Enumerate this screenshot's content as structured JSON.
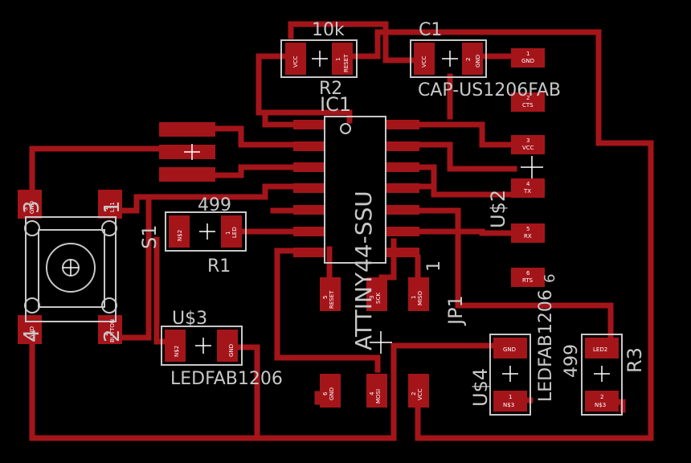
{
  "colors": {
    "copper": "#a4151a",
    "silk": "#c8c8c8",
    "pad_text": "#ffffff",
    "background": "#000000"
  },
  "labels": {
    "r2_value": "10k",
    "r2_name": "R2",
    "c1_name": "C1",
    "c1_value": "CAP-US1206FAB",
    "ic1_name": "IC1",
    "ic1_value": "ATTINY44-SSU",
    "u2_name": "U$2",
    "r1_value": "499",
    "r1_name": "R1",
    "s1_name": "S1",
    "u3_name": "U$3",
    "u3_value": "LEDFAB1206",
    "jp1_name": "JP1",
    "jp1_pin1": "1",
    "u4_name": "U$4",
    "u4_value": "LEDFAB1206",
    "r3_value": "499",
    "r3_name": "R3",
    "s1_pin3": "3",
    "s1_pin1": "1",
    "s1_pin4": "4",
    "s1_pin2": "2",
    "u2_pin6": "6"
  },
  "pads": {
    "r2_vcc": "VCC",
    "r2_reset_num": "1",
    "r2_reset": "RESET",
    "c1_vcc": "VCC",
    "c1_gnd_num": "2",
    "c1_gnd": "GND",
    "ftdi_gnd_num": "1",
    "ftdi_gnd": "GND",
    "ftdi_cts_num": "2",
    "ftdi_cts": "CTS",
    "ftdi_vcc_num": "3",
    "ftdi_vcc": "VCC",
    "ftdi_tx_num": "4",
    "ftdi_tx": "TX",
    "ftdi_rx_num": "5",
    "ftdi_rx": "RX",
    "ftdi_rts_num": "6",
    "ftdi_rts": "RTS",
    "r1_n1": "N$2",
    "r1_led_num": "1",
    "r1_led": "LED",
    "s1_gnd_num": "3",
    "s1_gnd": "GND",
    "s1_lm_num": "1",
    "s1_lm": "L11",
    "s1_gnd2_num": "4",
    "s1_gnd2": "GND",
    "s1_b_num": "2",
    "s1_b": "BUTTON",
    "u3_n": "N$2",
    "u3_gnd": "GND",
    "jp_reset_num": "5",
    "jp_reset": "RESET",
    "jp_sck_num": "3",
    "jp_sck": "SCK",
    "jp_miso_num": "1",
    "jp_miso": "MISO",
    "jp_gnd_num": "6",
    "jp_gnd": "GND",
    "jp_mosi_num": "4",
    "jp_mosi": "MOSI",
    "jp_vcc_num": "2",
    "jp_vcc": "VCC",
    "u4_gnd": "GND",
    "u4_n_num": "1",
    "u4_n": "N$3",
    "r3_led": "LED2",
    "r3_n_num": "2",
    "r3_n": "N$3"
  }
}
